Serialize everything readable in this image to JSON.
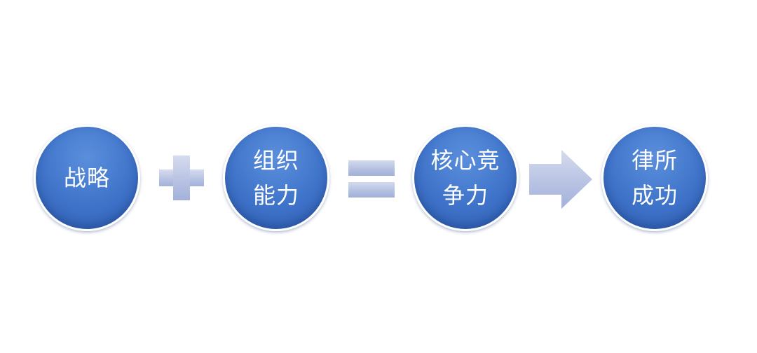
{
  "nodes": [
    {
      "label": "战略"
    },
    {
      "label": "组织\n能力"
    },
    {
      "label": "核心竞\n争力"
    },
    {
      "label": "律所\n成功"
    }
  ],
  "operators": [
    "plus",
    "equals",
    "arrow-right"
  ],
  "colors": {
    "circle": "#3f73c9",
    "operator": "#b6c1e2",
    "text": "#ffffff"
  }
}
